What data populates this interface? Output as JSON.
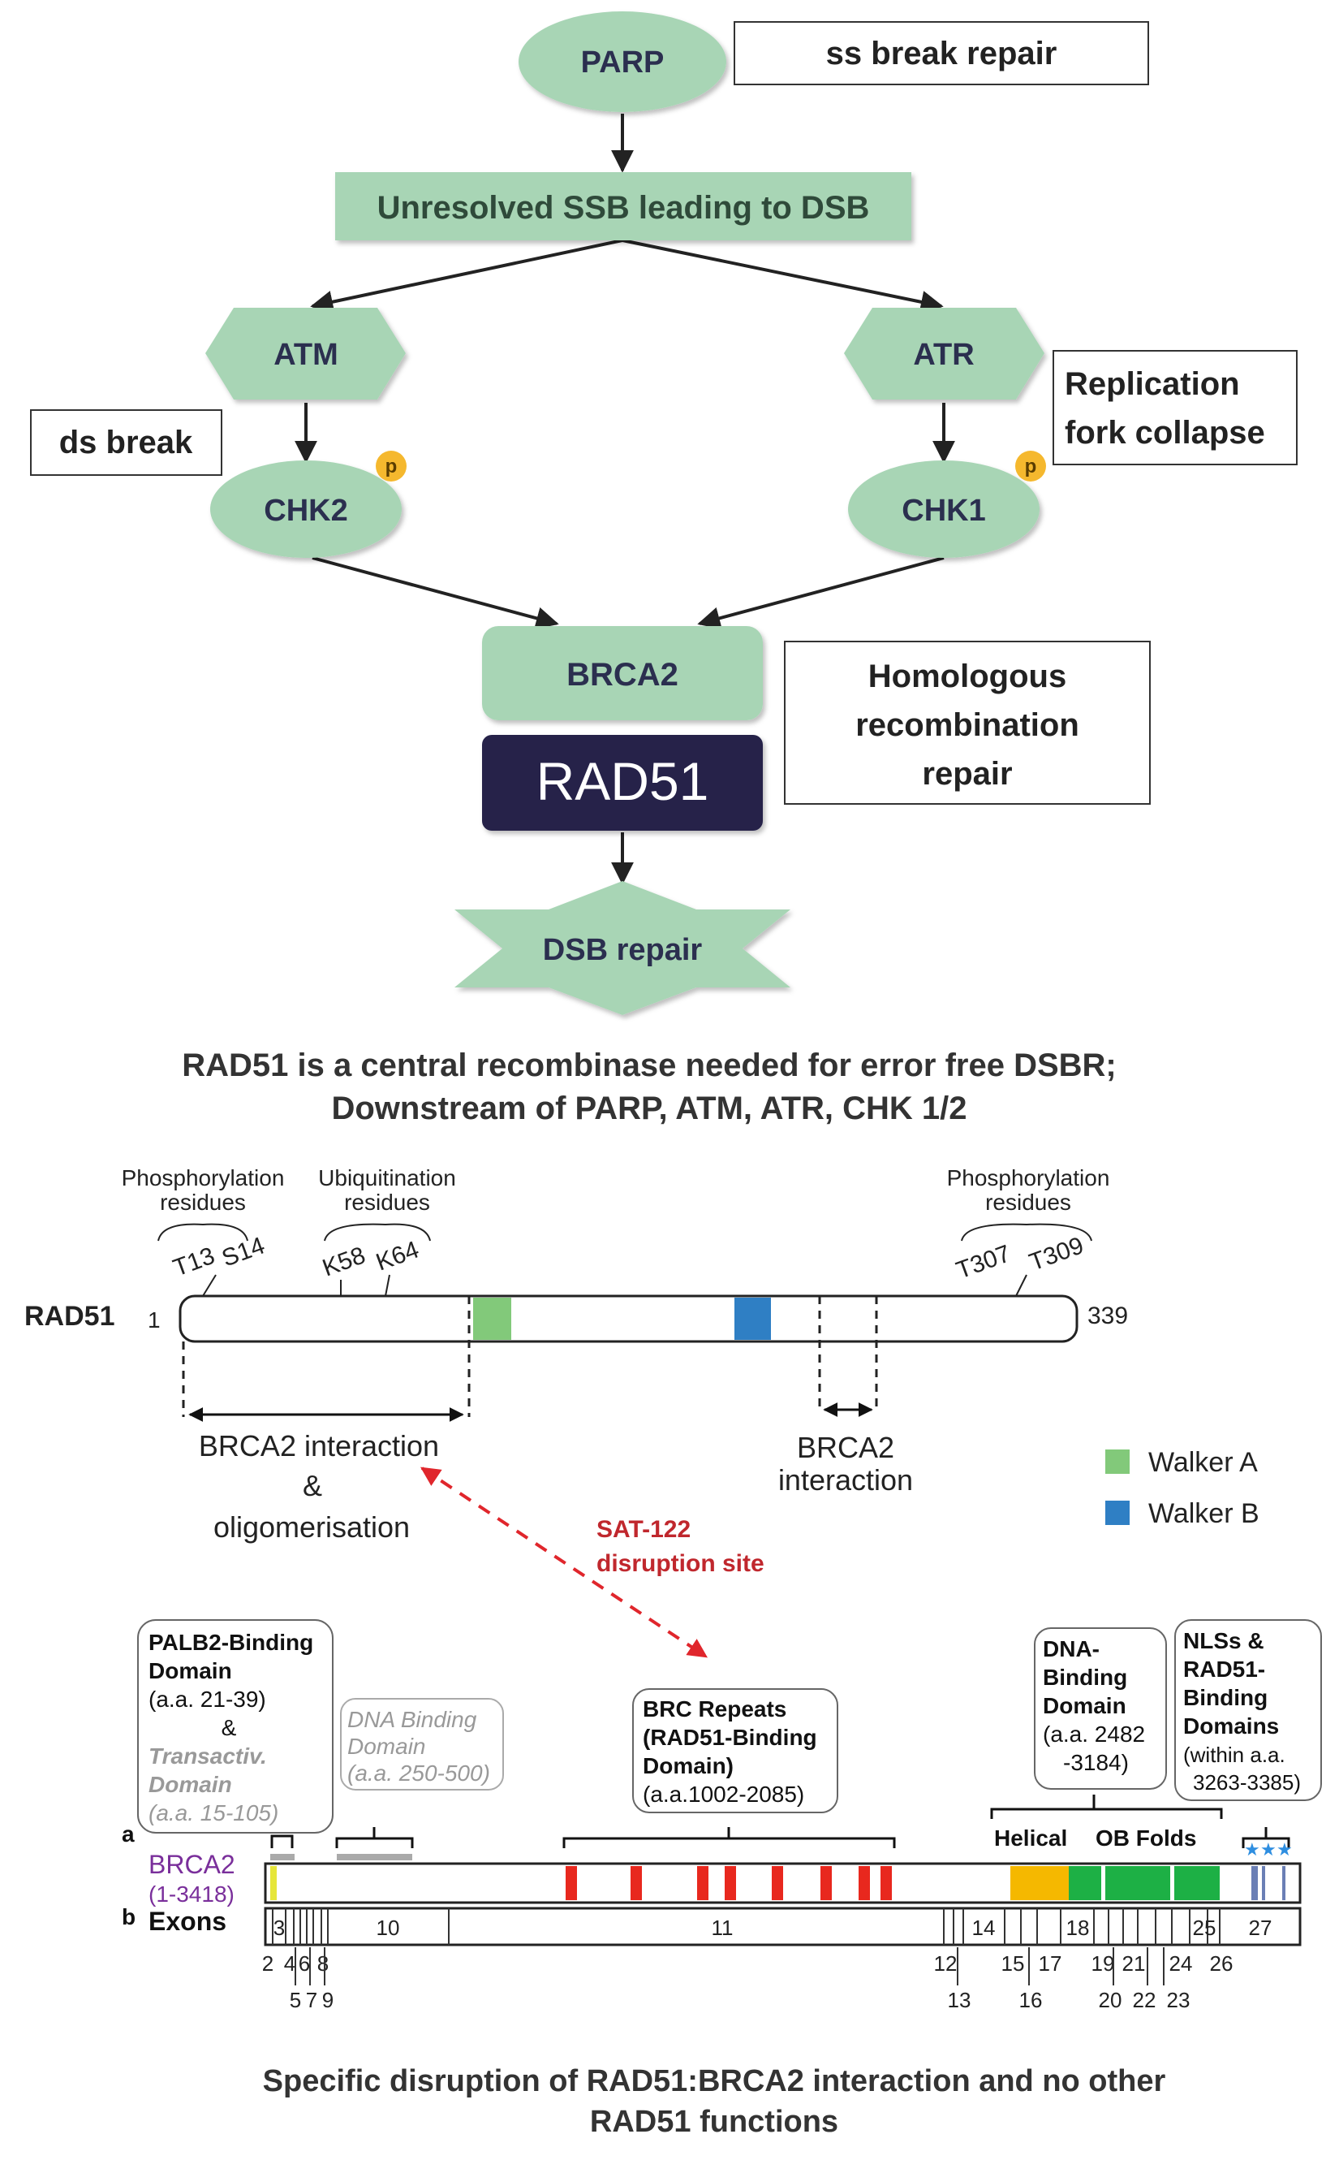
{
  "flowchart": {
    "nodes": {
      "parp": "PARP",
      "ssb_dsb": "Unresolved SSB leading to DSB",
      "atm": "ATM",
      "atr": "ATR",
      "chk2": "CHK2",
      "chk1": "CHK1",
      "brca2": "BRCA2",
      "rad51": "RAD51",
      "dsb_repair": "DSB repair",
      "phospho_badge": "p"
    },
    "notes": {
      "ss_break": "ss break repair",
      "ds_break": "ds break",
      "fork_line1": "Replication",
      "fork_line2": "fork collapse",
      "hr_line1": "Homologous",
      "hr_line2": "recombination",
      "hr_line3": "repair"
    },
    "caption_line1": "RAD51 is a central recombinase needed for error free DSBR;",
    "caption_line2": "Downstream of PARP, ATM, ATR, CHK 1/2"
  },
  "rad51_map": {
    "protein_label": "RAD51",
    "start": "1",
    "end": "339",
    "phos_left_line1": "Phosphorylation",
    "phos_left_line2": "residues",
    "ubiq_line1": "Ubiquitination",
    "ubiq_line2": "residues",
    "phos_right_line1": "Phosphorylation",
    "phos_right_line2": "residues",
    "residues": [
      "T13",
      "S14",
      "K58",
      "K64",
      "T307",
      "T309"
    ],
    "interaction_left_line1": "BRCA2 interaction",
    "interaction_left_line2": "&",
    "interaction_left_line3": "oligomerisation",
    "interaction_right_line1": "BRCA2",
    "interaction_right_line2": "interaction",
    "legend": [
      {
        "label": "Walker A",
        "color": "#82c97a"
      },
      {
        "label": "Walker B",
        "color": "#2f7fc4"
      }
    ],
    "disruption_line1": "SAT-122",
    "disruption_line2": "disruption site"
  },
  "brca2_map": {
    "panel_a": "a",
    "panel_b": "b",
    "protein_label": "BRCA2",
    "protein_range": "(1-3418)",
    "exons_label": "Exons",
    "callouts": {
      "palb2": [
        "PALB2-Binding",
        "Domain",
        "(a.a. 21-39)",
        "&",
        "Transactiv.",
        "Domain",
        "(a.a. 15-105)"
      ],
      "dna_binding_grey": [
        "DNA Binding",
        "Domain",
        "(a.a. 250-500)"
      ],
      "brc": [
        "BRC Repeats",
        "(RAD51-Binding",
        "Domain)",
        "(a.a.1002-2085)"
      ],
      "dna_binding": [
        "DNA-",
        "Binding",
        "Domain",
        "(a.a. 2482",
        "-3184)"
      ],
      "nls": [
        "NLSs &",
        "RAD51-",
        "Binding",
        "Domains",
        "(within a.a.",
        "3263-3385)"
      ]
    },
    "helical_label": "Helical",
    "ob_label": "OB Folds",
    "exon_numbers_inside": [
      "3",
      "10",
      "11",
      "14",
      "18",
      "25",
      "27"
    ],
    "exon_numbers_top_row": [
      "2",
      "4",
      "6",
      "8",
      "12",
      "15",
      "17",
      "19",
      "21",
      "24",
      "26"
    ],
    "exon_numbers_bottom_row": [
      "5",
      "7",
      "9",
      "13",
      "16",
      "20",
      "22",
      "23"
    ],
    "colors": {
      "brc": "#e8281e",
      "helical": "#f5b800",
      "ob": "#1db045",
      "nls": "#6b7fb5",
      "palb2": "#e6e63a"
    }
  },
  "final_caption_line1": "Specific disruption of RAD51:BRCA2 interaction and no other",
  "final_caption_line2": "RAD51 functions"
}
